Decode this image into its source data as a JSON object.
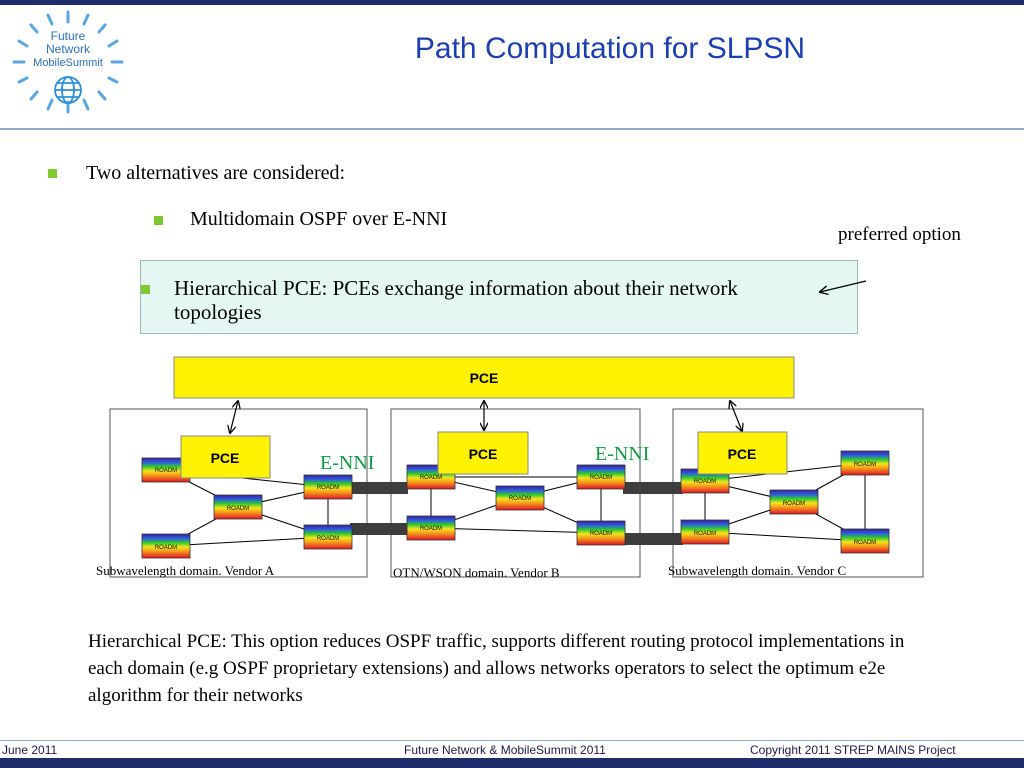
{
  "header": {
    "title": "Path Computation for SLPSN",
    "logo_text": [
      "Future",
      "Network",
      "MobileSummit"
    ]
  },
  "content": {
    "bullet_level1": "Two alternatives are considered:",
    "bullet_level2": "Multidomain OSPF over E-NNI",
    "preferred_note": "preferred option",
    "highlight_bullet": "Hierarchical PCE: PCEs exchange information about their network topologies",
    "description": "Hierarchical PCE: This option reduces OSPF traffic, supports different routing protocol implementations in each domain (e.g OSPF proprietary extensions) and  allows networks operators to select the optimum e2e algorithm for their networks"
  },
  "diagram": {
    "top_pce_label": "PCE",
    "domain_pce_label": "PCE",
    "node_label": "ROADM",
    "enni_label": "E-NNI",
    "domains": [
      {
        "caption": "Subwavelength domain. Vendor A"
      },
      {
        "caption": "OTN/WSON domain. Vendor B"
      },
      {
        "caption": "Subwavelength domain. Vendor C"
      }
    ]
  },
  "footer": {
    "date": "June 2011",
    "event": "Future Network & MobileSummit 2011",
    "copyright": "Copyright 2011  STREP MAINS Project"
  },
  "colors": {
    "title": "#1c3fb0",
    "bar": "#1f2d6b",
    "pce_fill": "#fff200",
    "bullet": "#7ec832",
    "enni_text": "#119944",
    "highlight_box": "#e4f7f2"
  }
}
